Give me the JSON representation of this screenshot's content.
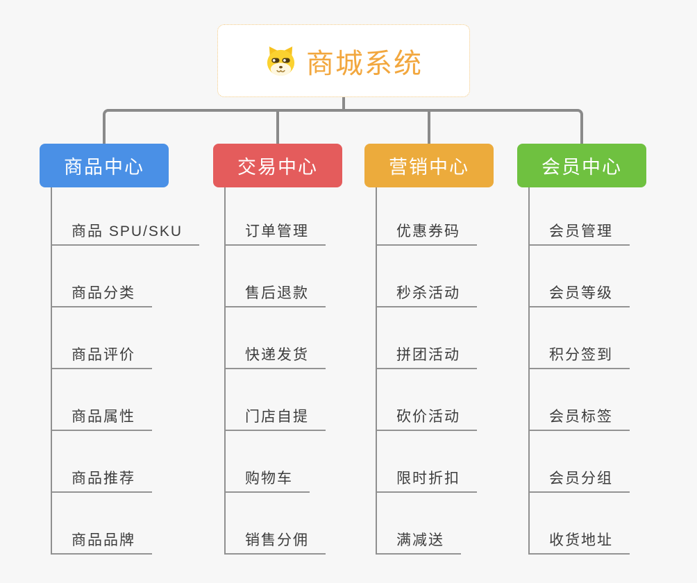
{
  "root": {
    "title": "商城系统",
    "icon": "dog-face-icon"
  },
  "branches": [
    {
      "label": "商品中心",
      "color": "#4a90e6",
      "children": [
        "商品 SPU/SKU",
        "商品分类",
        "商品评价",
        "商品属性",
        "商品推荐",
        "商品品牌"
      ]
    },
    {
      "label": "交易中心",
      "color": "#e45c5c",
      "children": [
        "订单管理",
        "售后退款",
        "快递发货",
        "门店自提",
        "购物车",
        "销售分佣"
      ]
    },
    {
      "label": "营销中心",
      "color": "#ecab3c",
      "children": [
        "优惠券码",
        "秒杀活动",
        "拼团活动",
        "砍价活动",
        "限时折扣",
        "满减送"
      ]
    },
    {
      "label": "会员中心",
      "color": "#6fc140",
      "children": [
        "会员管理",
        "会员等级",
        "积分签到",
        "会员标签",
        "会员分组",
        "收货地址"
      ]
    }
  ],
  "colors": {
    "background": "#f7f7f7",
    "connector": "#8a8a8a",
    "child_underline": "#939393",
    "child_text": "#3d3d3d",
    "root_text": "#f2a73e",
    "root_border": "#f3c87e",
    "root_background": "#ffffff"
  }
}
